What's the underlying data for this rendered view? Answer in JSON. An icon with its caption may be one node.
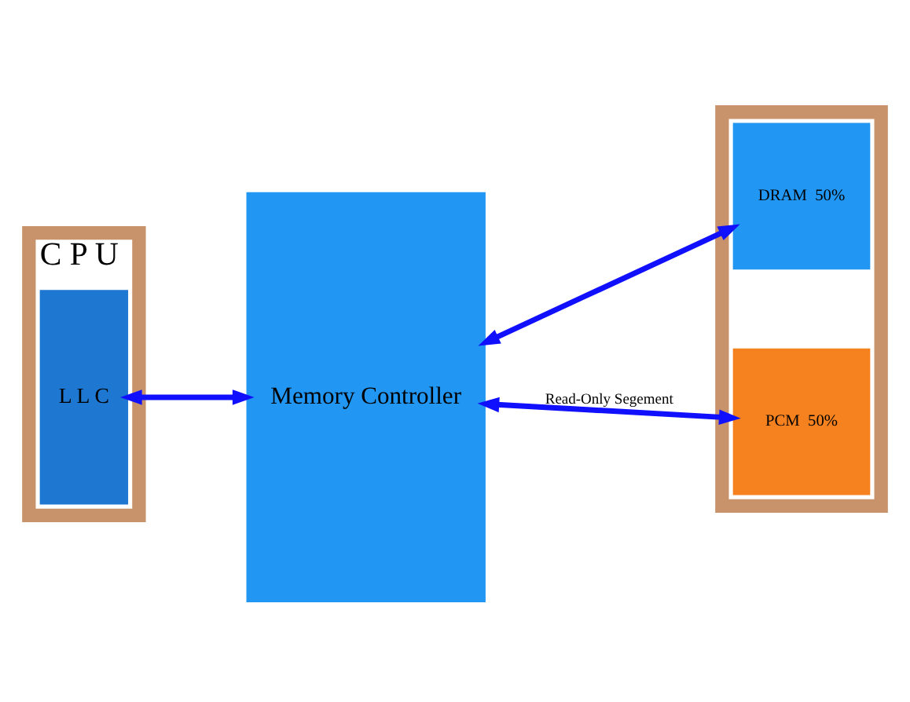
{
  "diagram": {
    "nodes": [
      {
        "text": [
          "C P U"
        ]
      },
      {
        "text": [
          "L L C"
        ],
        "in": 0
      },
      {
        "text": [
          "Memory Controller"
        ]
      },
      {
        "text": [],
        "shape": "box"
      },
      {
        "text": [
          "DRAM  50%"
        ],
        "in": 3
      },
      {
        "text": [
          "PCM  50%"
        ],
        "in": 3
      }
    ],
    "edges": [
      {
        "from": 1,
        "to": 2,
        "arrow": "both"
      },
      {
        "from": 2,
        "to": 4,
        "arrow": "both"
      },
      {
        "from": 2,
        "to": 5,
        "arrow": "both",
        "label": "Read-Only Segement"
      }
    ]
  }
}
